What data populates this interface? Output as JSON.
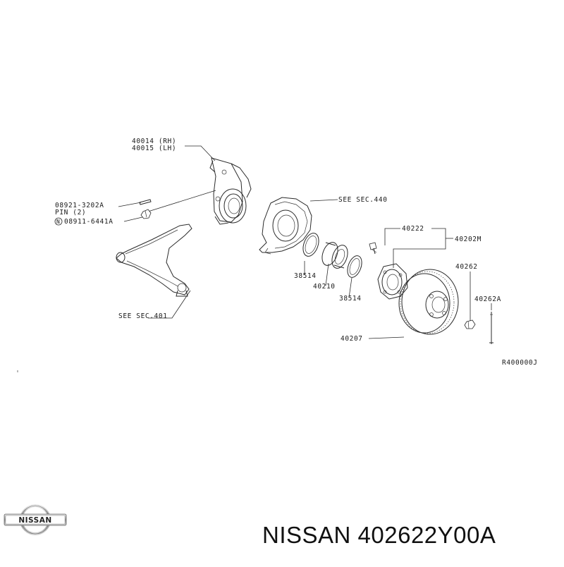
{
  "labels": {
    "knuckle_rh": "40014 (RH)",
    "knuckle_lh": "40015 (LH)",
    "pin_part": "08921-3202A",
    "pin_qty": "PIN (2)",
    "nut_part": "08911-6441A",
    "nut_prefix": "N",
    "see_sec_440": "SEE SEC.440",
    "see_sec_401": "SEE SEC.401",
    "bolt": "40222",
    "hub_assy": "40202M",
    "snap_ring_1": "38514",
    "bearing": "40210",
    "snap_ring_2": "38514",
    "wheel_nut": "40262",
    "wheel_stud": "40262A",
    "rotor": "40207",
    "figure_code": "R400000J"
  },
  "caption": "NISSAN 402622Y00A",
  "logo": {
    "text": "NISSAN",
    "icon": "nissan-logo-icon"
  },
  "colors": {
    "ink": "#2a2a2a",
    "background": "#ffffff"
  }
}
